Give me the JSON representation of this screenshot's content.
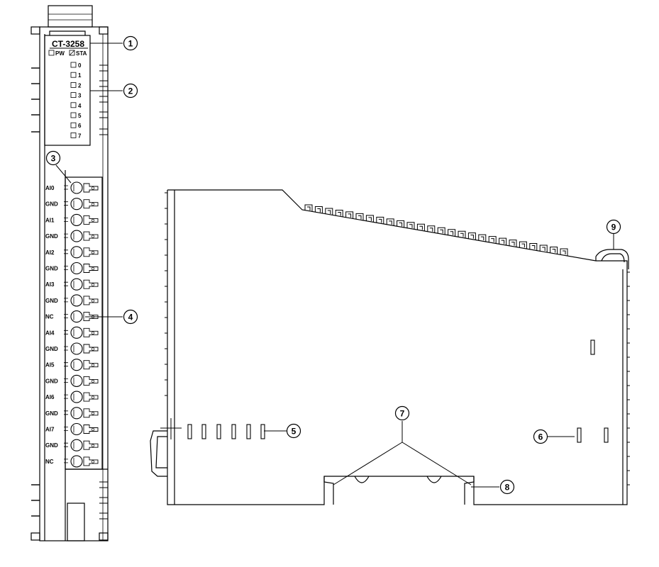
{
  "module": {
    "model": "CT-3258",
    "status_leds": [
      "PW",
      "STA"
    ],
    "channel_leds": [
      "0",
      "1",
      "2",
      "3",
      "4",
      "5",
      "6",
      "7"
    ],
    "terminals": [
      "AI0",
      "GND",
      "AI1",
      "GND",
      "AI2",
      "GND",
      "AI3",
      "GND",
      "NC",
      "AI4",
      "GND",
      "AI5",
      "GND",
      "AI6",
      "GND",
      "AI7",
      "GND",
      "NC"
    ]
  },
  "callouts": [
    "1",
    "2",
    "3",
    "4",
    "5",
    "6",
    "7",
    "8",
    "9"
  ],
  "colors": {
    "line": "#000000",
    "background": "#ffffff"
  }
}
